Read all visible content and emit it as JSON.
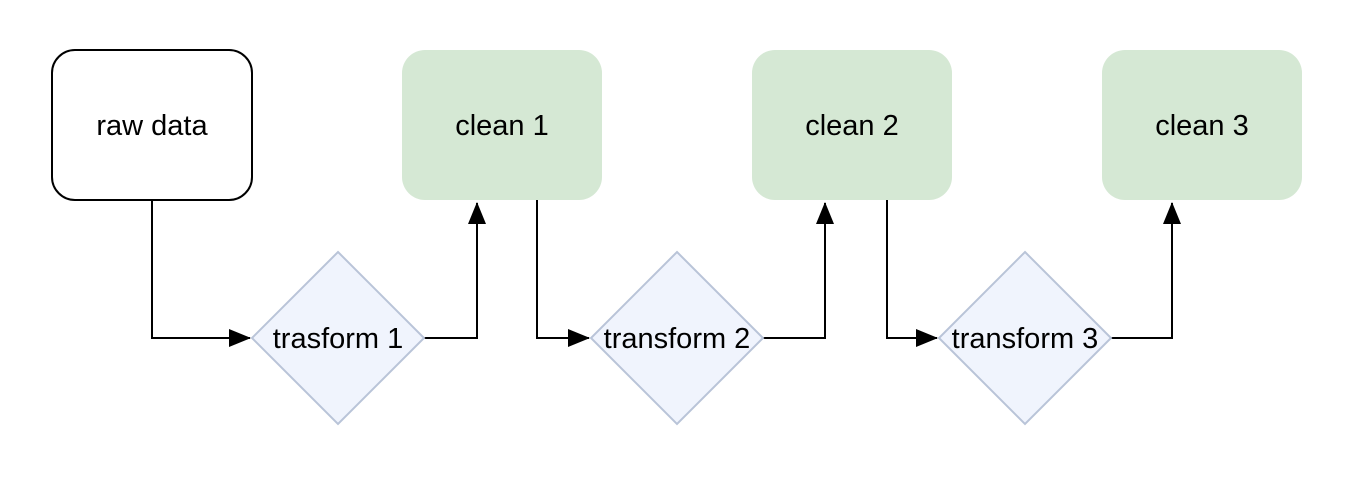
{
  "diagram": {
    "colors": {
      "background": "#ffffff",
      "raw_data_fill": "#ffffff",
      "raw_data_border": "#000000",
      "clean_fill": "#d5e8d4",
      "transform_fill": "#f0f4fd",
      "transform_border": "#b9c4d8",
      "connector": "#000000",
      "arrowhead": "#000000",
      "label_text": "#000000"
    },
    "nodes": {
      "raw_data": {
        "label": "raw data",
        "shape": "rounded-rect"
      },
      "clean_1": {
        "label": "clean 1",
        "shape": "rounded-rect"
      },
      "clean_2": {
        "label": "clean 2",
        "shape": "rounded-rect"
      },
      "clean_3": {
        "label": "clean 3",
        "shape": "rounded-rect"
      },
      "transform_1": {
        "label": "trasform 1",
        "shape": "diamond"
      },
      "transform_2": {
        "label": "transform 2",
        "shape": "diamond"
      },
      "transform_3": {
        "label": "transform 3",
        "shape": "diamond"
      }
    },
    "edges": [
      {
        "from": "raw data",
        "to": "trasform 1"
      },
      {
        "from": "trasform 1",
        "to": "clean 1"
      },
      {
        "from": "clean 1",
        "to": "transform 2"
      },
      {
        "from": "transform 2",
        "to": "clean 2"
      },
      {
        "from": "clean 2",
        "to": "transform 3"
      },
      {
        "from": "transform 3",
        "to": "clean 3"
      }
    ]
  }
}
